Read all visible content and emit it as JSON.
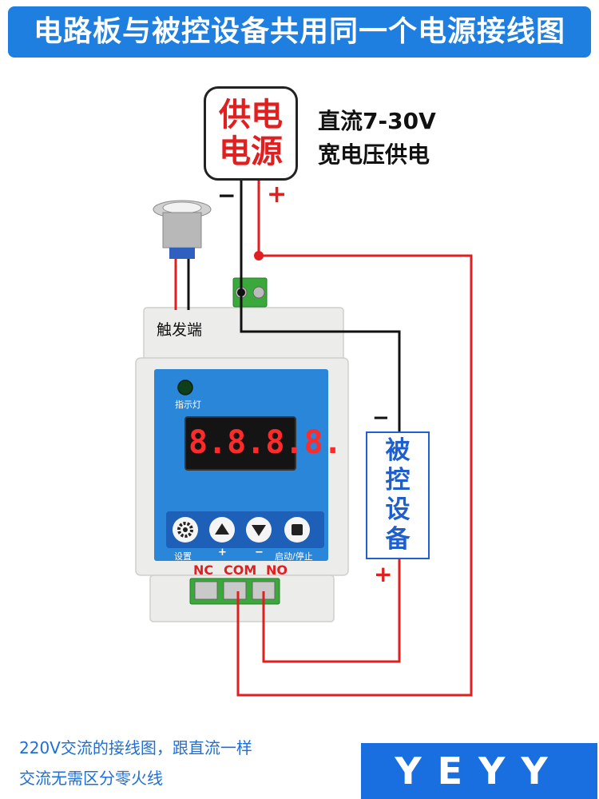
{
  "title": "电路板与被控设备共用同一个电源接线图",
  "power_source": {
    "line1": "供电",
    "line2": "电源"
  },
  "power_spec": {
    "line1": "直流7-30V",
    "line2": "宽电压供电"
  },
  "power_minus": "−",
  "power_plus": "+",
  "trigger_label": "触发端",
  "indicator_label": "指示灯",
  "display_digits": "8.8.8.8.",
  "buttons": [
    {
      "icon": "gear-icon",
      "label": "设置"
    },
    {
      "icon": "up-arrow-icon",
      "label": "+"
    },
    {
      "icon": "down-arrow-icon",
      "label": "−"
    },
    {
      "icon": "stop-square-icon",
      "label": "启动/停止"
    }
  ],
  "relay_terminals": {
    "nc": "NC",
    "com": "COM",
    "no": "NO"
  },
  "device": {
    "chars": [
      "被",
      "控",
      "设",
      "备"
    ],
    "minus": "−",
    "plus": "+"
  },
  "footer": {
    "line1": "220V交流的接线图，跟直流一样",
    "line2": "交流无需区分零火线"
  },
  "brand": "YEYY",
  "colors": {
    "title_bg": "#1e7fe0",
    "wire_red": "#e02020",
    "wire_black": "#111111",
    "panel_blue": "#2a86d8",
    "terminal_green": "#3aa83a",
    "device_border": "#2060d0"
  }
}
